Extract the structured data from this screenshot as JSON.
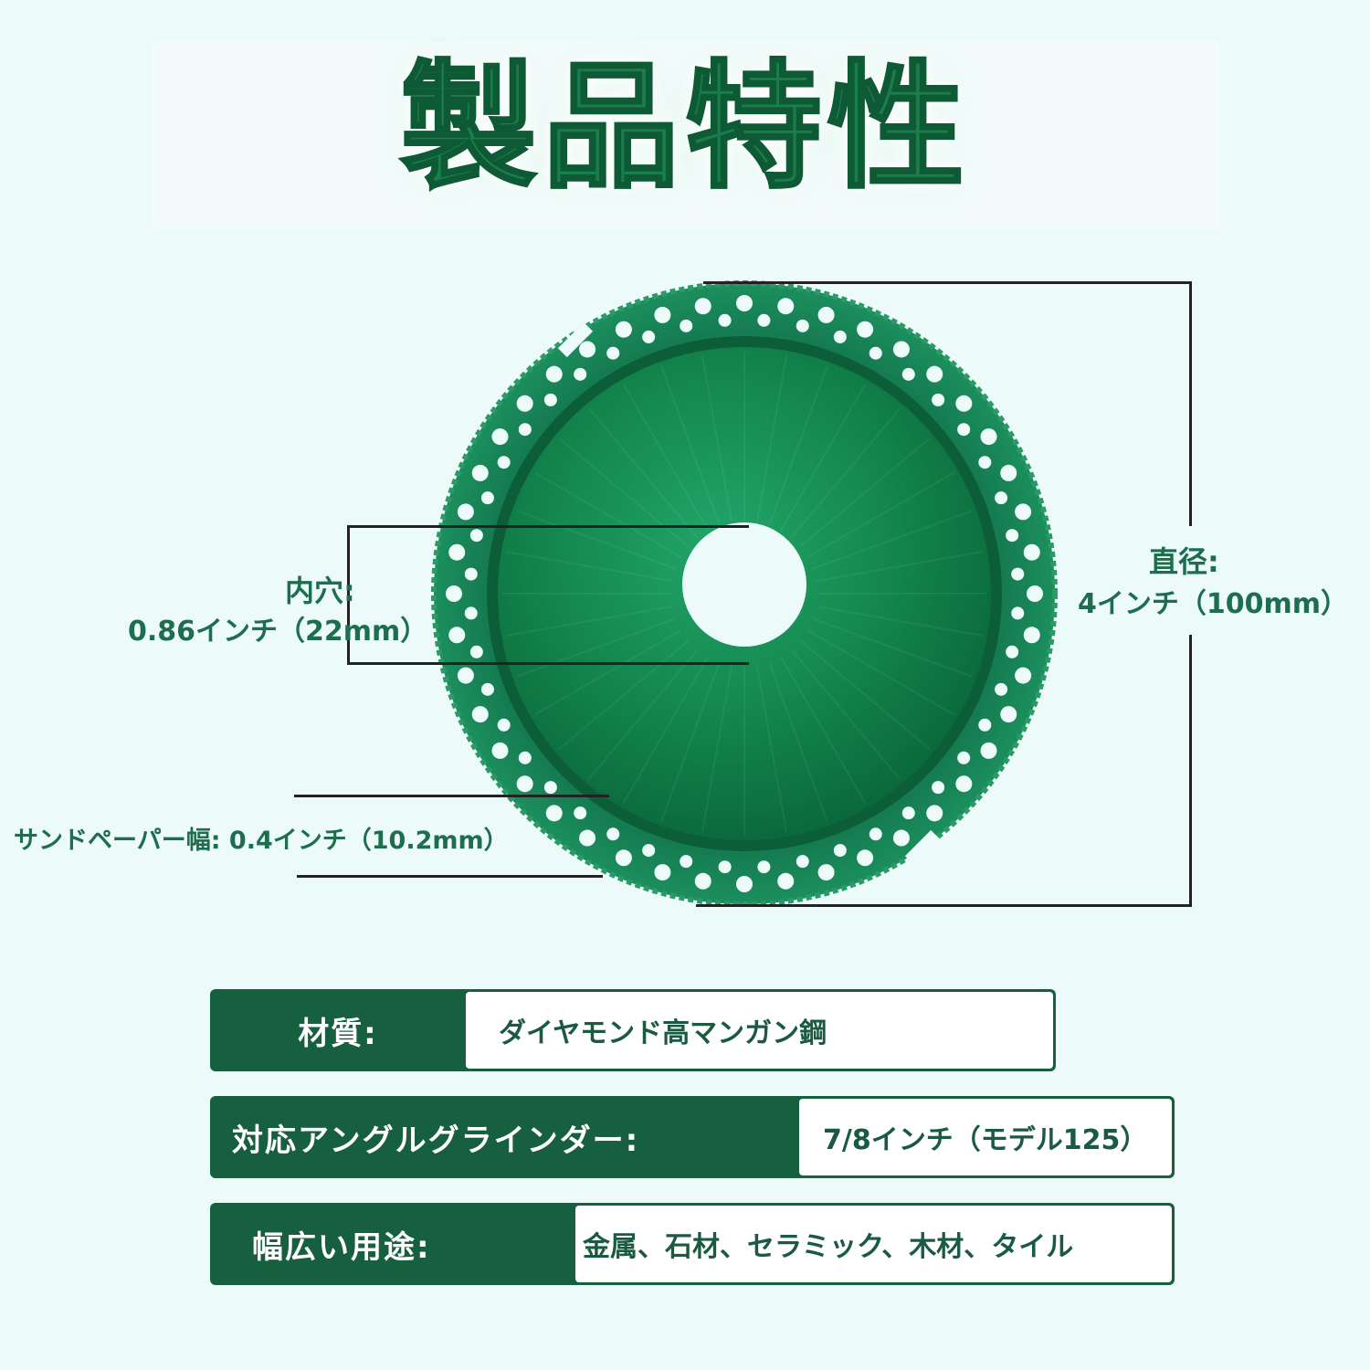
{
  "title": "製品特性",
  "dimensions": {
    "inner_hole": {
      "label": "内穴:",
      "value": "0.86インチ（22mm）"
    },
    "diameter": {
      "label": "直径:",
      "value": "4インチ（100mm）"
    },
    "sandpaper_width": {
      "text": "サンドペーパー幅: 0.4インチ（10.2mm）"
    }
  },
  "specs": [
    {
      "key": "材質:",
      "value": "ダイヤモンド高マンガン鋼"
    },
    {
      "key": "対応アングルグラインダー:",
      "value": "7/8インチ（モデル125）"
    },
    {
      "key": "幅広い用途:",
      "value": "金属、石材、セラミック、木材、タイル"
    }
  ],
  "colors": {
    "brand_green": "#17603f",
    "blade_green": "#138a55",
    "background": "#edfafa"
  }
}
